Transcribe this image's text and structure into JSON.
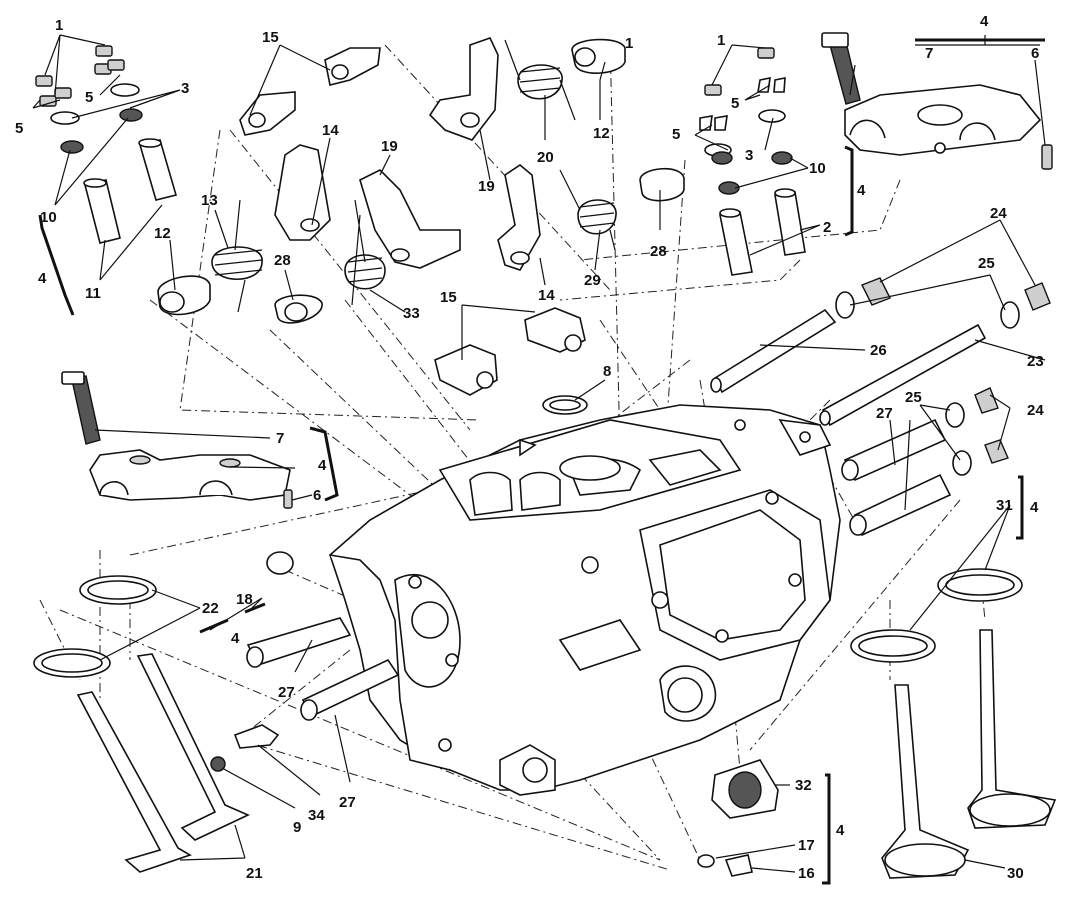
{
  "labels": {
    "n1": "1",
    "n2": "2",
    "n3": "3",
    "n4": "4",
    "n5": "5",
    "n6": "6",
    "n7": "7",
    "n8": "8",
    "n9": "9",
    "n10": "10",
    "n11": "11",
    "n12": "12",
    "n13": "13",
    "n14": "14",
    "n15": "15",
    "n16": "16",
    "n17": "17",
    "n18": "18",
    "n19": "19",
    "n20": "20",
    "n21": "21",
    "n22": "22",
    "n23": "23",
    "n24": "24",
    "n25": "25",
    "n26": "26",
    "n27": "27",
    "n28": "28",
    "n29": "29",
    "n30": "30",
    "n31": "31",
    "n32": "32",
    "n33": "33",
    "n34": "34"
  },
  "colors": {
    "line": "#111111",
    "background": "#ffffff",
    "shade": "#cfcfcf"
  }
}
